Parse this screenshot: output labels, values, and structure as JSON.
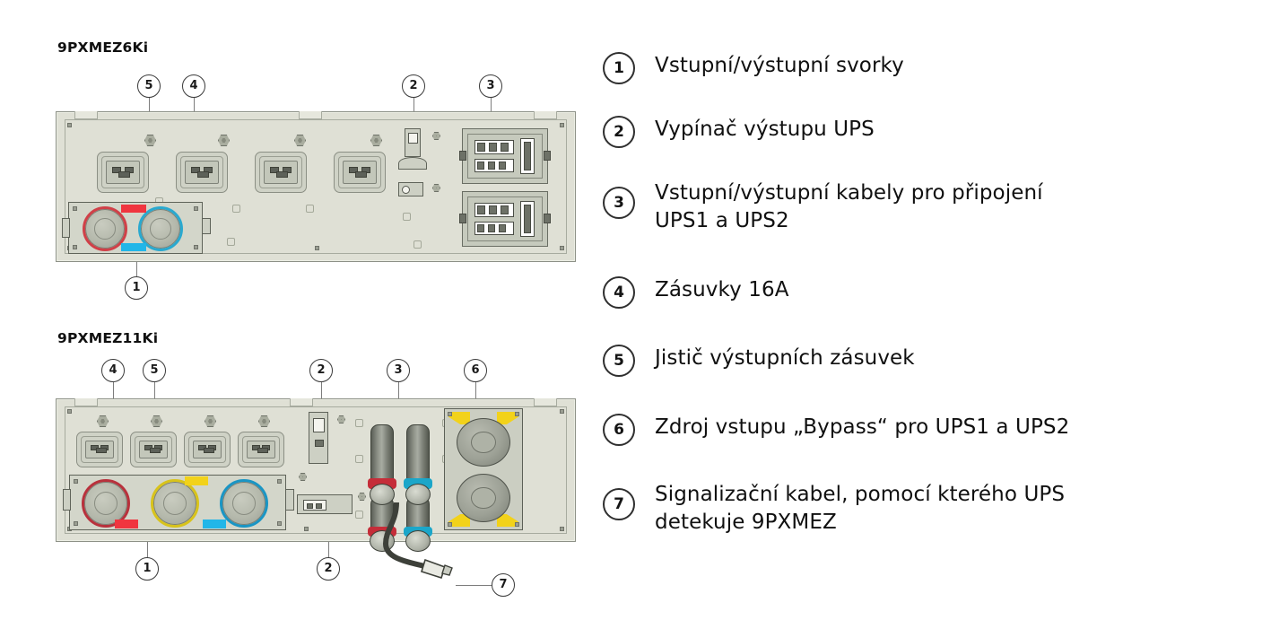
{
  "devices": [
    {
      "model": "9PXMEZ6Ki",
      "callouts_top": [
        "5",
        "4",
        "2",
        "3"
      ],
      "callouts_bottom": [
        "1"
      ]
    },
    {
      "model": "9PXMEZ11Ki",
      "callouts_top": [
        "4",
        "5",
        "2",
        "3",
        "6"
      ],
      "callouts_bottom": [
        "1",
        "2",
        "7"
      ]
    }
  ],
  "legend": {
    "items": [
      {
        "number": "1",
        "text": "Vstupní/výstupní svorky"
      },
      {
        "number": "2",
        "text": "Vypínač výstupu UPS"
      },
      {
        "number": "3",
        "text": "Vstupní/výstupní kabely pro připojení\nUPS1 a UPS2"
      },
      {
        "number": "4",
        "text": "Zásuvky 16A"
      },
      {
        "number": "5",
        "text": "Jistič výstupních zásuvek"
      },
      {
        "number": "6",
        "text": "Zdroj vstupu „Bypass“ pro UPS1 a UPS2"
      },
      {
        "number": "7",
        "text": "Signalizační kabel, pomocí kterého UPS\ndetekuje 9PXMEZ"
      }
    ]
  },
  "colors": {
    "background": "#ffffff",
    "chassis": "#dfe0d5",
    "chassis_edge": "#8d9187",
    "marker_red": "#e8323c",
    "marker_blue": "#22b6e8",
    "marker_yellow": "#f2d21a",
    "marker_cyan": "#19b9dd",
    "text": "#101010"
  }
}
